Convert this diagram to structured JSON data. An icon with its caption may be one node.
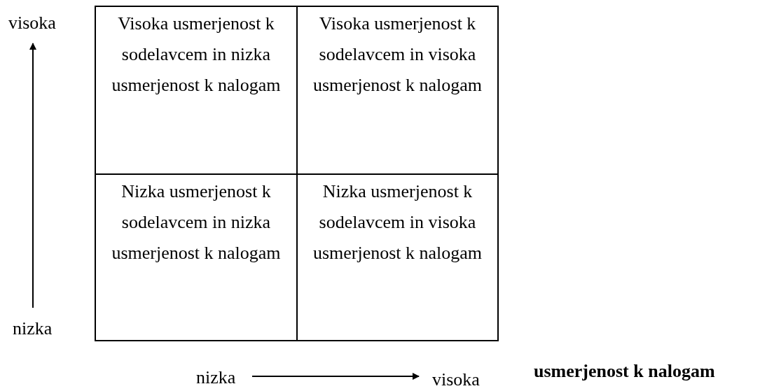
{
  "diagram": {
    "nodes": [
      {
        "text": [
          "Visoka usmerjenost k sodelavcem in nizka usmerjenost k nalogam"
        ]
      },
      {
        "text": [
          "Visoka usmerjenost k sodelavcem in visoka usmerjenost k nalogam"
        ]
      },
      {
        "text": [
          "Nizka usmerjenost k sodelavcem in nizka usmerjenost k nalogam"
        ]
      },
      {
        "text": [
          "Nizka usmerjenost k sodelavcem in visoka usmerjenost k nalogam"
        ]
      }
    ],
    "labels": [
      "visoka",
      "nizka",
      "nizka",
      "visoka",
      "usmerjenost k nalogam"
    ]
  }
}
